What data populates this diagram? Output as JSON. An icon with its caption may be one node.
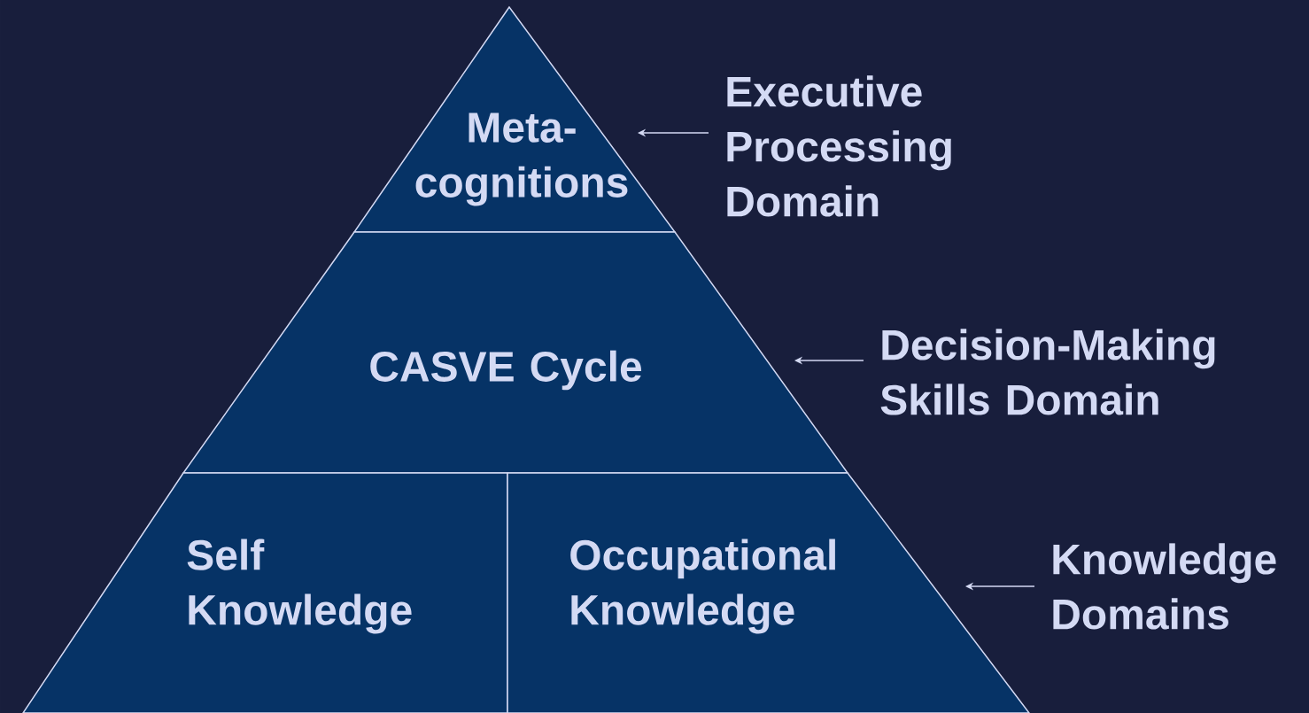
{
  "diagram": {
    "nodes": [
      {
        "text": [
          "Meta- cognitions"
        ]
      },
      {
        "text": [
          "CASVE Cycle"
        ]
      },
      {
        "text": [
          "Self Knowledge"
        ]
      },
      {
        "text": [
          "Occupational Knowledge"
        ]
      },
      {
        "text": [
          "Executive Processing Domain"
        ]
      },
      {
        "text": [
          "Decision-Making Skills Domain"
        ]
      },
      {
        "text": [
          "Knowledge Domains"
        ]
      }
    ],
    "edges": [
      {
        "from": 4,
        "to": 0,
        "arrow": "to"
      },
      {
        "from": 5,
        "to": 1,
        "arrow": "to"
      },
      {
        "from": 6,
        "to": 3,
        "arrow": "to"
      }
    ]
  }
}
